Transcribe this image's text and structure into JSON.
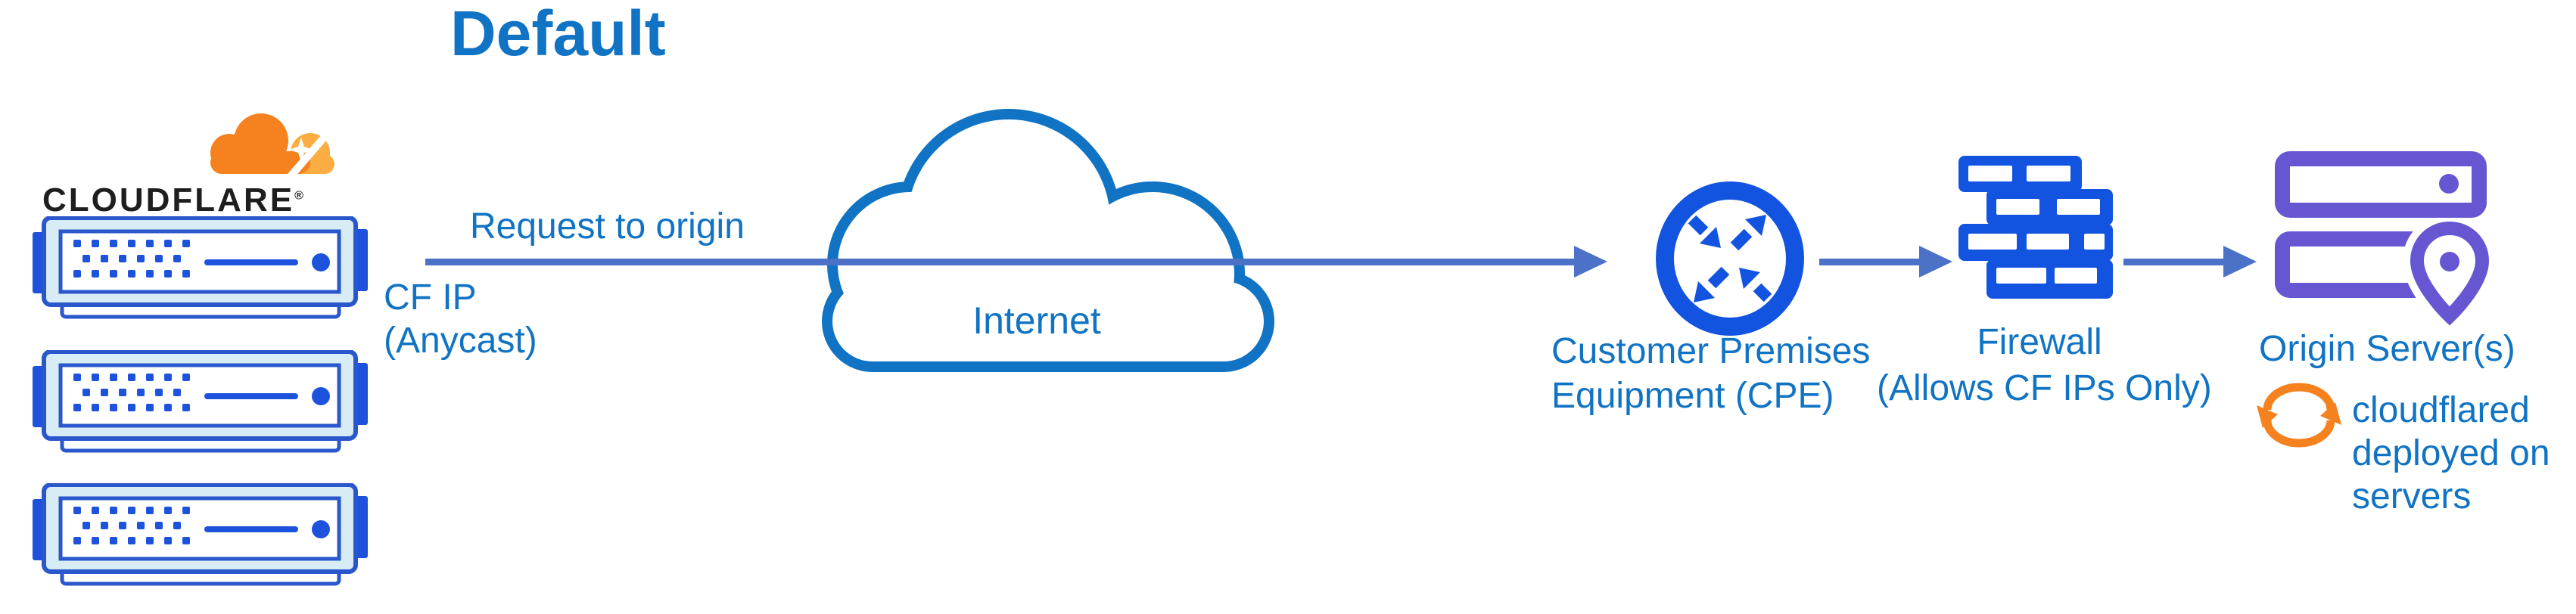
{
  "title": "Default",
  "colors": {
    "blue": "#1173C3",
    "slate": "#4B72C7",
    "royal": "#1254E0",
    "serverBorder": "#2A57CC",
    "serverAccent": "#1D52DC",
    "panel": "#D7ECF5",
    "purple": "#6656D2",
    "orange": "#F6821F",
    "orangeLight": "#FBAD41",
    "ink": "#1E1E1E"
  },
  "brand": {
    "wordmark": "CLOUDFLARE",
    "reg": "®"
  },
  "flow": {
    "request_label": "Request to origin",
    "cf_ip_line1": "CF IP",
    "cf_ip_line2": "(Anycast)",
    "internet_label": "Internet"
  },
  "nodes": {
    "cpe": {
      "label_line1": "Customer Premises",
      "label_line2": "Equipment (CPE)"
    },
    "firewall": {
      "label_line1": "Firewall",
      "label_line2": "(Allows CF IPs Only)"
    },
    "origin": {
      "label": "Origin Server(s)",
      "note_line1": "cloudflared",
      "note_line2": "deployed on",
      "note_line3": "servers"
    }
  },
  "icons": [
    "cloudflare-logo-icon",
    "edge-server-icon",
    "internet-cloud-icon",
    "cpe-router-icon",
    "firewall-brick-icon",
    "origin-servers-icon",
    "sync-arrows-icon"
  ]
}
